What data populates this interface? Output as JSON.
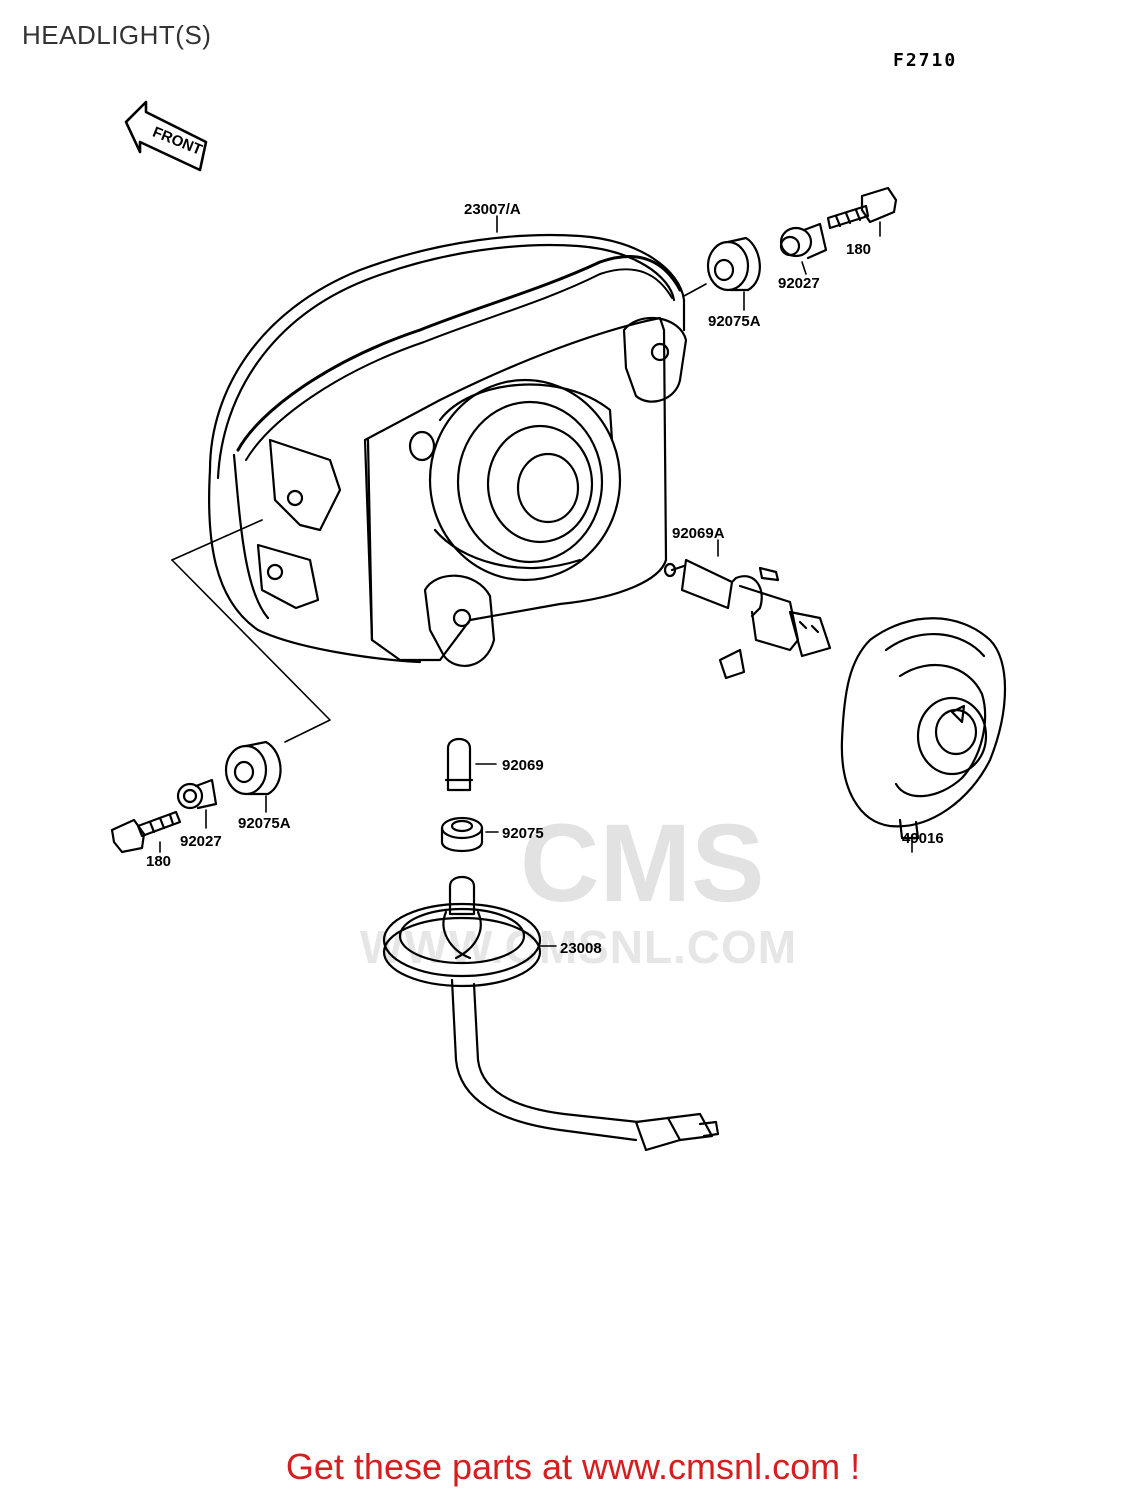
{
  "title": "HEADLIGHT(S)",
  "figure_code": "F2710",
  "front_marker": "FRONT",
  "labels": {
    "housing": "23007/A",
    "bolt_top": "180",
    "collar_top": "92027",
    "grommet_top": "92075A",
    "bulb_main": "92069A",
    "cover": "49016",
    "bulb_small": "92069",
    "grommet_small": "92075",
    "socket": "23008",
    "grommet_left": "92075A",
    "collar_left": "92027",
    "bolt_left": "180"
  },
  "watermark": {
    "brand": "CMS",
    "url": "WWW.CMSNL.COM"
  },
  "footer": "Get these parts at www.cmsnl.com !"
}
